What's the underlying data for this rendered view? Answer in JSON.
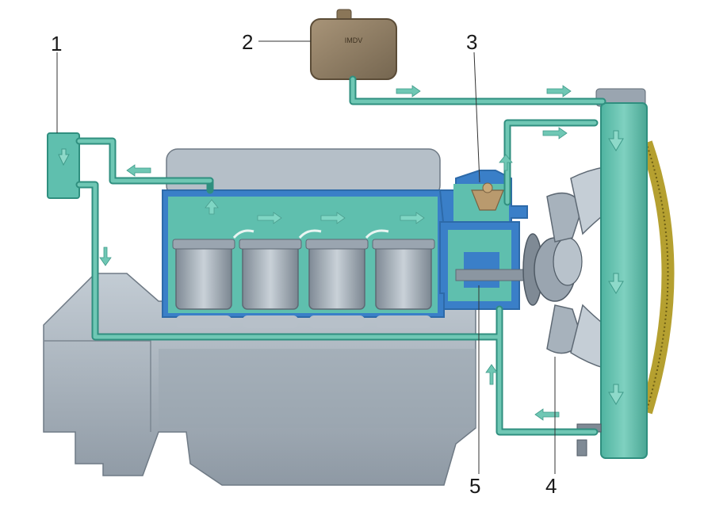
{
  "callouts": {
    "c1": "1",
    "c2": "2",
    "c3": "3",
    "c4": "4",
    "c5": "5"
  },
  "tank_label": "IMDV",
  "colors": {
    "coolant": "#5fbfae",
    "coolant_pipe": "#2f8f7f",
    "water_jacket_blue": "#3a7fc8",
    "engine_grey": "#a9b4bf",
    "engine_dark": "#8b96a1",
    "tank_brown": "#8c7a62",
    "flow_arrow": "#6fc7b4"
  }
}
